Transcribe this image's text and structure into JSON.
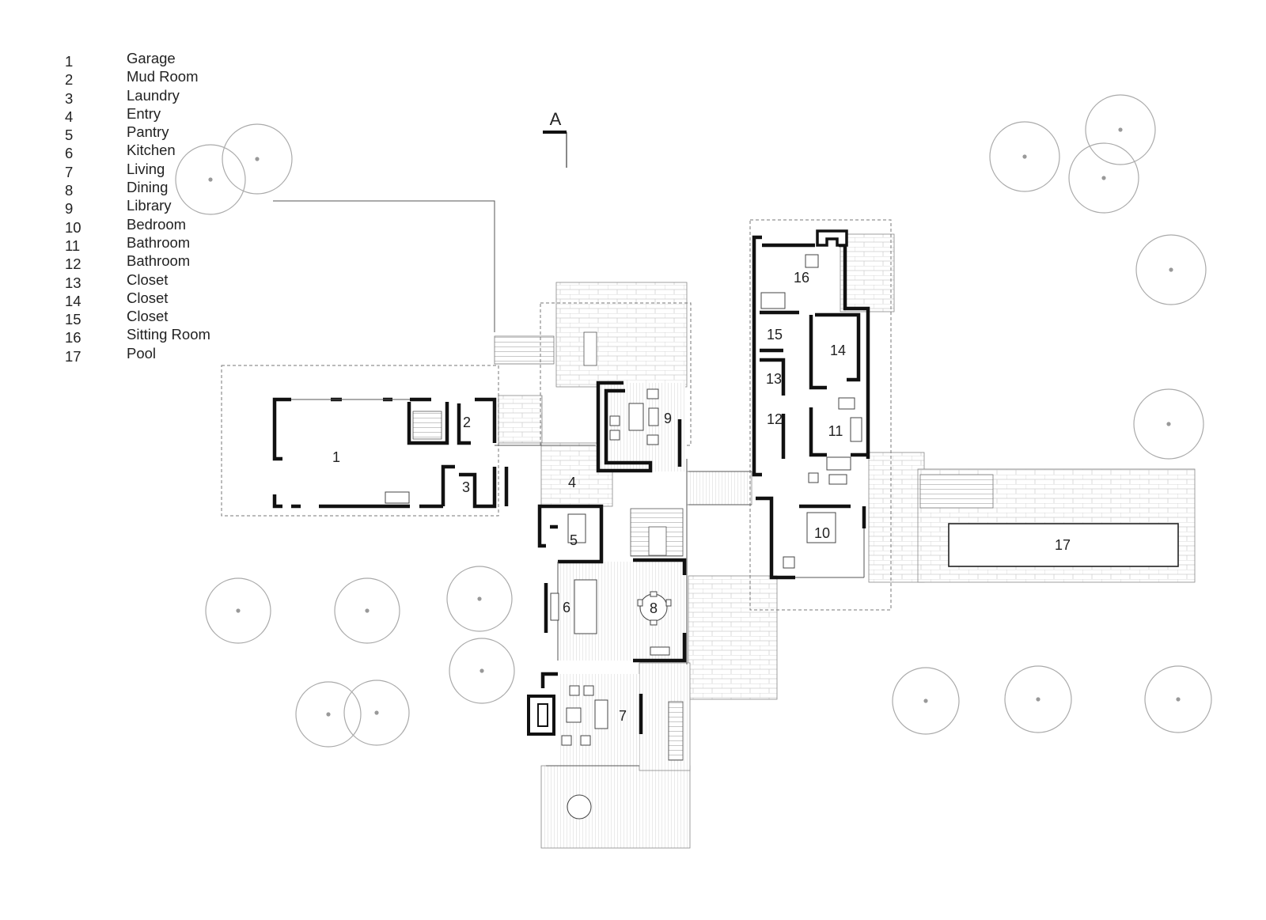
{
  "legend": [
    {
      "num": "1",
      "label": "Garage"
    },
    {
      "num": "2",
      "label": "Mud Room"
    },
    {
      "num": "3",
      "label": "Laundry"
    },
    {
      "num": "4",
      "label": "Entry"
    },
    {
      "num": "5",
      "label": "Pantry"
    },
    {
      "num": "6",
      "label": "Kitchen"
    },
    {
      "num": "7",
      "label": "Living"
    },
    {
      "num": "8",
      "label": "Dining"
    },
    {
      "num": "9",
      "label": "Library"
    },
    {
      "num": "10",
      "label": "Bedroom"
    },
    {
      "num": "11",
      "label": "Bathroom"
    },
    {
      "num": "12",
      "label": "Bathroom"
    },
    {
      "num": "13",
      "label": "Closet"
    },
    {
      "num": "14",
      "label": "Closet"
    },
    {
      "num": "15",
      "label": "Closet"
    },
    {
      "num": "16",
      "label": "Sitting Room"
    },
    {
      "num": "17",
      "label": "Pool"
    }
  ],
  "section_marker": "A",
  "room_labels": {
    "r1": "1",
    "r2": "2",
    "r3": "3",
    "r4": "4",
    "r5": "5",
    "r6": "6",
    "r7": "7",
    "r8": "8",
    "r9": "9",
    "r10": "10",
    "r11": "11",
    "r12": "12",
    "r13": "13",
    "r14": "14",
    "r15": "15",
    "r16": "16",
    "r17": "17"
  }
}
